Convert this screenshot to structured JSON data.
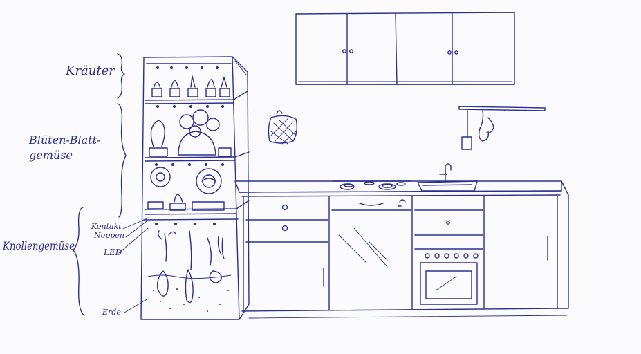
{
  "labels": {
    "kraeuter": "Kräuter",
    "blueten_blatt_1": "Blüten-Blatt-",
    "blueten_blatt_2": "gemüse",
    "knollen": "Knollengemüse",
    "kontakt_1": "Kontakt",
    "kontakt_2": "Noppen",
    "led": "LED",
    "erde": "Erde"
  },
  "colors": {
    "ink": "#2b2f8f",
    "paper": "#fbfbfd"
  }
}
